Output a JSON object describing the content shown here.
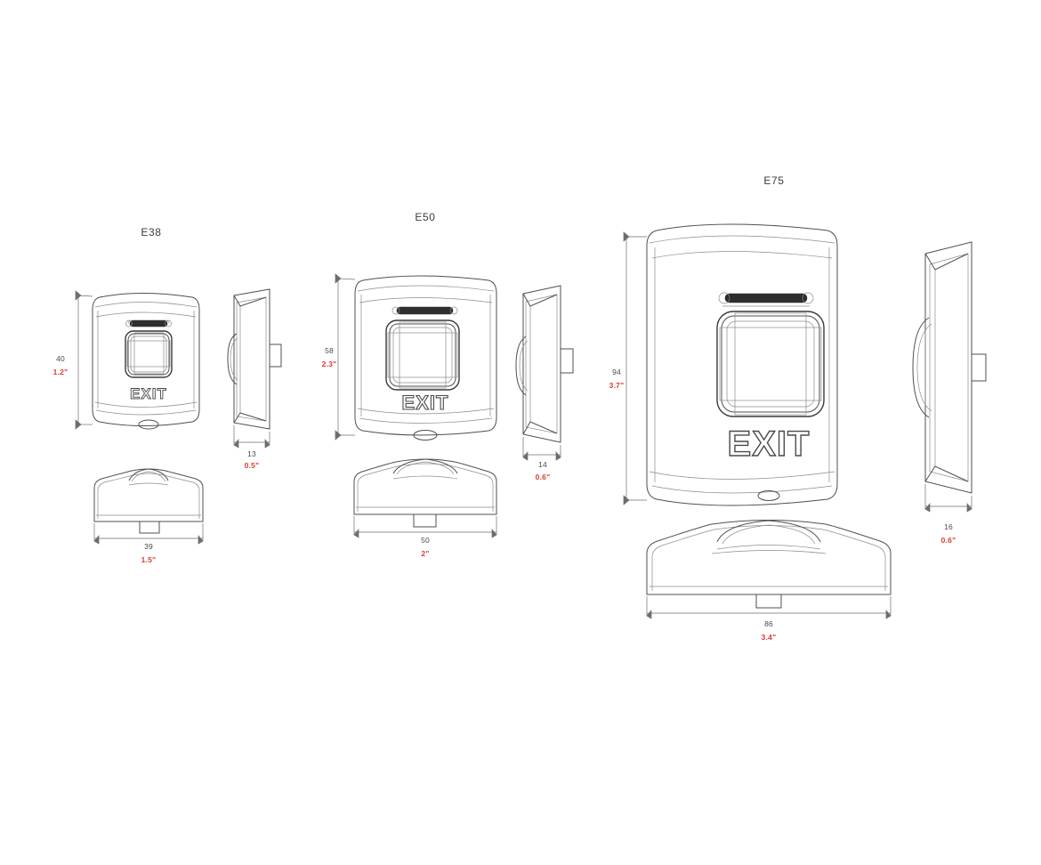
{
  "drawing": {
    "type": "dimensioned-product-drawing",
    "units": {
      "primary": "mm",
      "secondary": "inch"
    },
    "colors": {
      "mm_text": "#4a4a4a",
      "inch_text": "#e03a2f",
      "line": "#4f4f4f",
      "background": "#ffffff"
    },
    "face_text": "EXIT"
  },
  "models": [
    {
      "name": "E38",
      "title": "E38",
      "views": [
        "front",
        "side",
        "bottom"
      ],
      "dimensions": {
        "height_mm": "40",
        "height_in": "1.2\"",
        "depth_mm": "13",
        "depth_in": "0.5\"",
        "width_mm": "39",
        "width_in": "1.5\""
      }
    },
    {
      "name": "E50",
      "title": "E50",
      "views": [
        "front",
        "side",
        "bottom"
      ],
      "dimensions": {
        "height_mm": "58",
        "height_in": "2.3\"",
        "depth_mm": "14",
        "depth_in": "0.6\"",
        "width_mm": "50",
        "width_in": "2\""
      }
    },
    {
      "name": "E75",
      "title": "E75",
      "views": [
        "front",
        "side",
        "bottom"
      ],
      "dimensions": {
        "height_mm": "94",
        "height_in": "3.7\"",
        "depth_mm": "16",
        "depth_in": "0.6\"",
        "width_mm": "86",
        "width_in": "3.4\""
      }
    }
  ]
}
